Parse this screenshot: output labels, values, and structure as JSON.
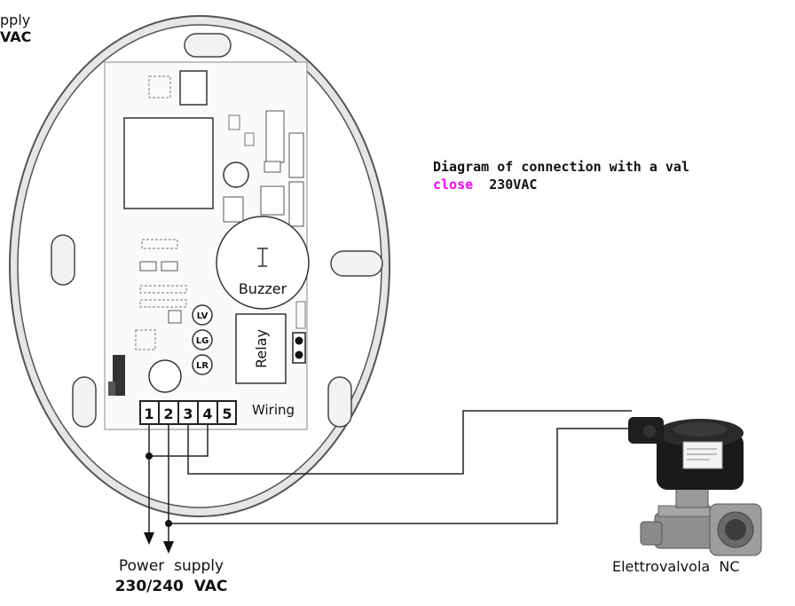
{
  "top_left_label": {
    "line1": "pply",
    "line2": "VAC"
  },
  "board": {
    "buzzer_label": "Buzzer",
    "relay_label": "Relay",
    "wiring_label": "Wiring",
    "leds": [
      "LV",
      "LG",
      "LR"
    ],
    "terminals": [
      "1",
      "2",
      "3",
      "4",
      "5"
    ]
  },
  "diagram_title": {
    "line1": "Diagram of connection with a val",
    "close_word": "close",
    "voltage": "230VAC"
  },
  "power_supply": {
    "line1": "Power  supply",
    "line2": "230/240  VAC"
  },
  "valve_label": "Elettrovalvola  NC",
  "colors": {
    "accent": "#ff00ff",
    "line": "#222222",
    "ring_fill": "#ececec"
  }
}
